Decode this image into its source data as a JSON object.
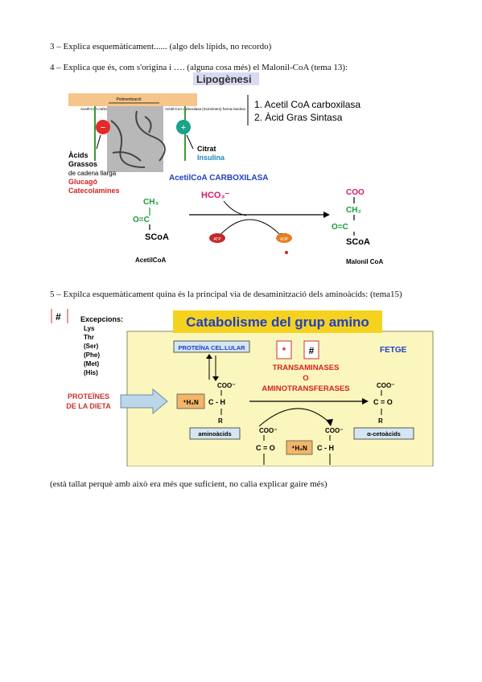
{
  "questions": {
    "q3": "3 – Explica esquemàticament...... (algo dels lípids, no recordo)",
    "q4": "4 – Explica que és, com s'origina i …. (alguna cosa més)  el Malonil-CoA (tema 13):",
    "q5": "5 – Expilca esquemàticament quina és la principal via de desaminització dels aminoàcids: (tema15)",
    "note": "(està tallat perquè amb això era més que suficient, no calia explicar gaire més)"
  },
  "lipogenesi": {
    "title": "Lipogènesi",
    "enzymes": [
      "1. Acetil CoA carboxilasa",
      "2. Àcid Gras Sintasa"
    ],
    "polymerization": "Polimerització",
    "left_box": "Acetil-CoA carboxilasa dímers inactius",
    "right_box": "Acetil-CoA carboxilasa (monòmers) forma inactiva",
    "minus_sign": "−",
    "plus_sign": "+",
    "inhibitors": [
      "Àcids",
      "Grassos",
      "de cadena llarga",
      "Glucagó",
      "Catecolamines"
    ],
    "activators": [
      "Citrat",
      "Insulina"
    ],
    "enzyme_title": "AcetilCoA CARBOXILASA",
    "acetylcoa_label": "AcetilCoA",
    "malonylcoa_label": "Malonil CoA",
    "hco3": "HCO₃⁻",
    "ch3": "CH₃",
    "oc": "O=C",
    "scoa": "SCoA",
    "coo": "COO",
    "ch2": "CH₂",
    "atp": "ATP",
    "adp": "ADP"
  },
  "catabolisme": {
    "title": "Catabolisme del grup amino",
    "exceptions_hash": "#",
    "exceptions_title": "Excepcions:",
    "exceptions": [
      "Lys",
      "Thr",
      "(Ser)",
      "(Phe)",
      "(Met)",
      "(His)"
    ],
    "protein_cell": "PROTEÏNA CEL.LULAR",
    "star_box": "*",
    "hash_box": "#",
    "fetge": "FETGE",
    "transaminases": [
      "TRANSAMINASES",
      "O",
      "AMINOTRANSFERASES"
    ],
    "diet_proteins": [
      "PROTEÏNES",
      "DE LA DIETA"
    ],
    "h3n": "⁺H₃N",
    "coo_minus": "COO⁻",
    "c_h": "C - H",
    "r": "R",
    "c_eq_o": "C = O",
    "aminoacids": "aminoàcids",
    "cetoacids": "α-cetoàcids"
  }
}
